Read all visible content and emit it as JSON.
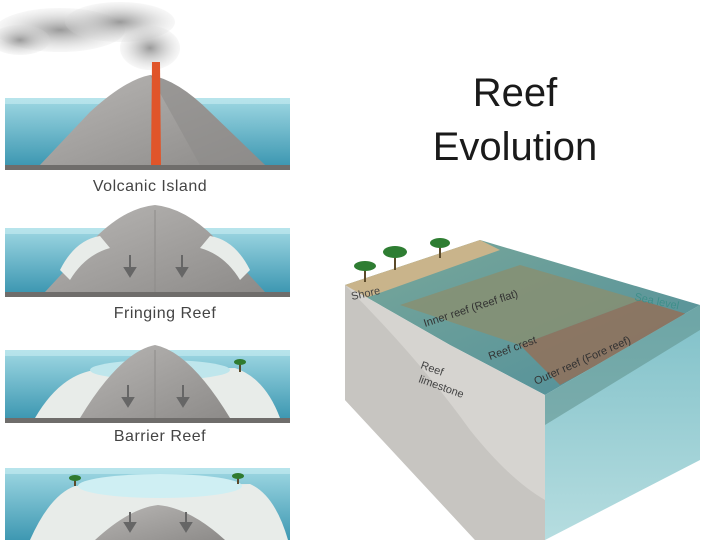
{
  "slide": {
    "title_line1": "Reef",
    "title_line2": "Evolution"
  },
  "stages": [
    {
      "label": "Volcanic Island"
    },
    {
      "label": "Fringing Reef"
    },
    {
      "label": "Barrier Reef"
    }
  ],
  "block_diagram": {
    "labels": {
      "shore": "Shore",
      "sea_level": "Sea level",
      "inner_reef": "Inner reef (Reef flat)",
      "reef_crest": "Reef crest",
      "outer_reef": "Outer reef (Fore reef)",
      "reef_limestone_1": "Reef",
      "reef_limestone_2": "limestone"
    }
  },
  "colors": {
    "water": "#7ec8d6",
    "water_dark": "#3f9cb5",
    "rock": "#a6a4a2",
    "rock_dark": "#6f6d6b",
    "lava": "#e0552a",
    "reef": "#e8ece9",
    "label_text": "#444444"
  }
}
